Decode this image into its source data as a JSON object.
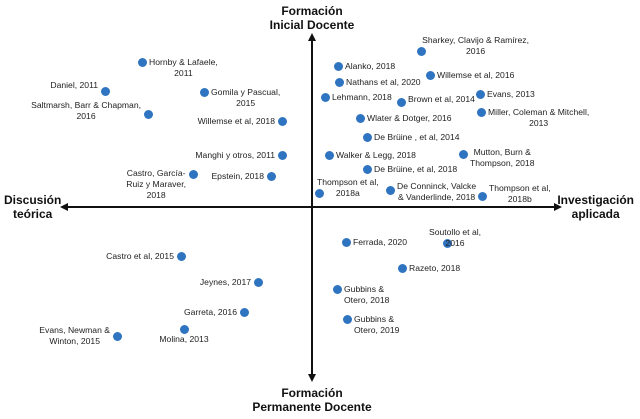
{
  "axes": {
    "top_line1": "Formación",
    "top_line2": "Inicial Docente",
    "bottom_line1": "Formación",
    "bottom_line2": "Permanente Docente",
    "left_line1": "Discusión",
    "left_line2": "teórica",
    "right_line1": "Investigación",
    "right_line2": "aplicada"
  },
  "colors": {
    "point": "#2f74c0",
    "axis": "#111111"
  },
  "points": [
    {
      "label": "Hornby & Lafaele,\n2011"
    },
    {
      "label": "Daniel, 2011"
    },
    {
      "label": "Gomila y Pascual,\n2015"
    },
    {
      "label": "Saltmarsh, Barr & Chapman,\n2016"
    },
    {
      "label": "Willemse et al, 2018"
    },
    {
      "label": "Manghi y otros, 2011"
    },
    {
      "label": "Castro, García-\nRuiz y Maraver,\n2018"
    },
    {
      "label": "Epstein, 2018"
    },
    {
      "label": "Sharkey, Clavijo & Ramírez,\n2016"
    },
    {
      "label": "Alanko, 2018"
    },
    {
      "label": "Willemse et al, 2016"
    },
    {
      "label": "Nathans et al, 2020"
    },
    {
      "label": "Lehmann, 2018"
    },
    {
      "label": "Brown et al, 2014"
    },
    {
      "label": "Evans, 2013"
    },
    {
      "label": "Miller, Coleman & Mitchell,\n2013"
    },
    {
      "label": "Wlater & Dotger, 2016"
    },
    {
      "label": "De Brüine , et al, 2014"
    },
    {
      "label": "Walker & Legg, 2018"
    },
    {
      "label": "Mutton, Burn &\nThompson, 2018"
    },
    {
      "label": "De Brüine, et al, 2018"
    },
    {
      "label": "Thompson et al,\n2018a"
    },
    {
      "label": "De Conninck, Valcke\n& Vanderlinde, 2018"
    },
    {
      "label": "Thompson et al,\n2018b"
    },
    {
      "label": "Ferrada, 2020"
    },
    {
      "label": "Soutollo et al,\n2016"
    },
    {
      "label": "Razeto, 2018"
    },
    {
      "label": "Gubbins &\nOtero, 2018"
    },
    {
      "label": "Gubbins &\nOtero, 2019"
    },
    {
      "label": "Castro et al, 2015"
    },
    {
      "label": "Jeynes, 2017"
    },
    {
      "label": "Garreta, 2016"
    },
    {
      "label": "Evans, Newman &\nWinton, 2015"
    },
    {
      "label": "Molina, 2013"
    }
  ]
}
